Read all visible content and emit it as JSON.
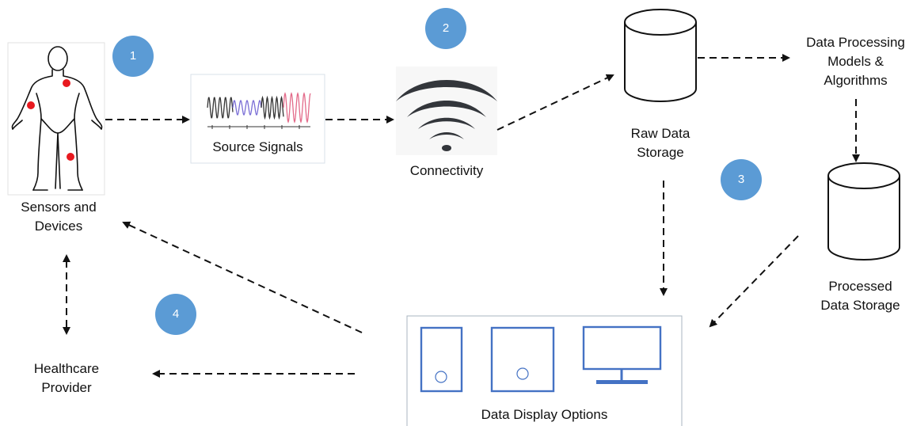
{
  "steps": [
    "1",
    "2",
    "3",
    "4"
  ],
  "nodes": {
    "sensors": {
      "line1": "Sensors and",
      "line2": "Devices"
    },
    "source_signals": {
      "label": "Source Signals"
    },
    "connectivity": {
      "label": "Connectivity"
    },
    "raw_storage": {
      "line1": "Raw Data",
      "line2": "Storage"
    },
    "processing": {
      "line1": "Data Processing",
      "line2": "Models &",
      "line3": "Algorithms"
    },
    "processed_storage": {
      "line1": "Processed",
      "line2": "Data Storage"
    },
    "display": {
      "label": "Data Display Options"
    },
    "provider": {
      "line1": "Healthcare",
      "line2": "Provider"
    }
  },
  "colors": {
    "badge": "#5b9bd5",
    "sensor_dot": "#e8191f",
    "device_outline": "#4472c4",
    "arrow": "#111111",
    "wave_dark": "#333333",
    "wave_blue": "#7b6fd6",
    "wave_pink": "#e36b8a"
  },
  "icons": {
    "body": "human-body-icon",
    "signal": "waveform-icon",
    "wifi": "wifi-icon",
    "database": "database-cylinder-icon",
    "phone": "phone-icon",
    "tablet": "tablet-icon",
    "monitor": "monitor-icon"
  }
}
